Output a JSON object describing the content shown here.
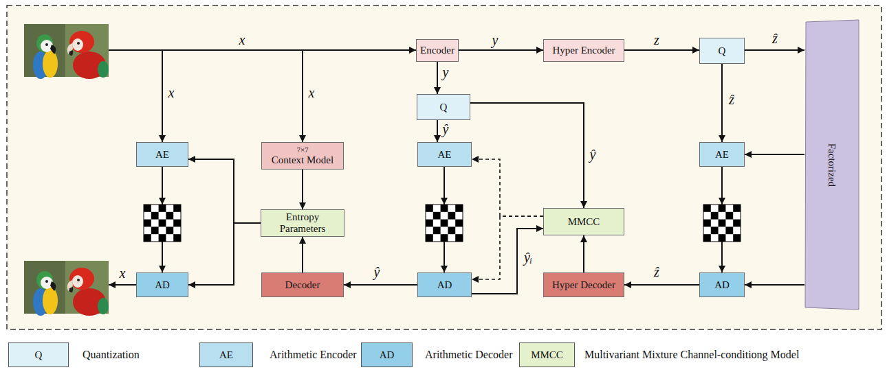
{
  "diagram": {
    "nodes": [
      {
        "text": [
          "Encoder"
        ]
      },
      {
        "text": [
          "Hyper Encoder"
        ]
      },
      {
        "text": [
          "Q"
        ]
      },
      {
        "text": [
          "Factorized"
        ]
      },
      {
        "text": [
          "Q"
        ]
      },
      {
        "text": [
          "AE"
        ]
      },
      {
        "text": [
          "7×7",
          "Context Model"
        ]
      },
      {
        "text": [
          "AE"
        ]
      },
      {
        "text": [
          "AE"
        ]
      },
      {
        "text": [
          "Entropy Parameters"
        ]
      },
      {
        "text": [
          "MMCC"
        ]
      },
      {
        "text": [
          "AD"
        ]
      },
      {
        "text": [
          "Decoder"
        ]
      },
      {
        "text": [
          "AD"
        ]
      },
      {
        "text": [
          "Hyper Decoder"
        ]
      },
      {
        "text": [
          "AD"
        ]
      }
    ],
    "edges": [
      {
        "from": 0,
        "to": 1,
        "arrow": "to",
        "label": "y"
      },
      {
        "from": 1,
        "to": 2,
        "arrow": "to",
        "label": "z"
      },
      {
        "from": 2,
        "to": 3,
        "arrow": "to",
        "label": "ẑ"
      },
      {
        "from": 0,
        "to": 4,
        "arrow": "to",
        "label": "y"
      },
      {
        "from": 4,
        "to": 7,
        "arrow": "to",
        "label": "ŷ"
      },
      {
        "from": 4,
        "to": 10,
        "arrow": "to",
        "label": "ŷ"
      },
      {
        "from": 2,
        "to": 8,
        "arrow": "to",
        "label": "ẑ"
      },
      {
        "from": 3,
        "to": 8,
        "arrow": "to"
      },
      {
        "from": 8,
        "to": 15,
        "arrow": "to"
      },
      {
        "from": 3,
        "to": 15,
        "arrow": "to"
      },
      {
        "from": 15,
        "to": 14,
        "arrow": "to",
        "label": "ẑ"
      },
      {
        "from": 14,
        "to": 10,
        "arrow": "to"
      },
      {
        "from": 10,
        "to": 7,
        "arrow": "to"
      },
      {
        "from": 10,
        "to": 13,
        "arrow": "to"
      },
      {
        "from": 13,
        "to": 10,
        "arrow": "to",
        "label": "ŷᵢ"
      },
      {
        "from": 7,
        "to": 13,
        "arrow": "to"
      },
      {
        "from": 13,
        "to": 12,
        "arrow": "to",
        "label": "ŷ"
      },
      {
        "from": 12,
        "to": 9,
        "arrow": "to"
      },
      {
        "from": 6,
        "to": 9,
        "arrow": "to"
      },
      {
        "from": 9,
        "to": 5,
        "arrow": "to"
      },
      {
        "from": 9,
        "to": 11,
        "arrow": "to"
      },
      {
        "from": 5,
        "to": 11,
        "arrow": "to"
      }
    ],
    "labels": [
      "x",
      "x",
      "x",
      "x",
      "Q",
      "AE",
      "AD",
      "MMCC"
    ],
    "legend": [
      {
        "text": "Quantization",
        "color": "#def1f9"
      },
      {
        "text": "Arithmetic Encoder",
        "color": "#b7dff0"
      },
      {
        "text": "Arithmetic Decoder",
        "color": "#93cfe8"
      },
      {
        "text": "Multivariant Mixture Channel-conditiong Model",
        "color": "#e5f0cd"
      }
    ]
  }
}
